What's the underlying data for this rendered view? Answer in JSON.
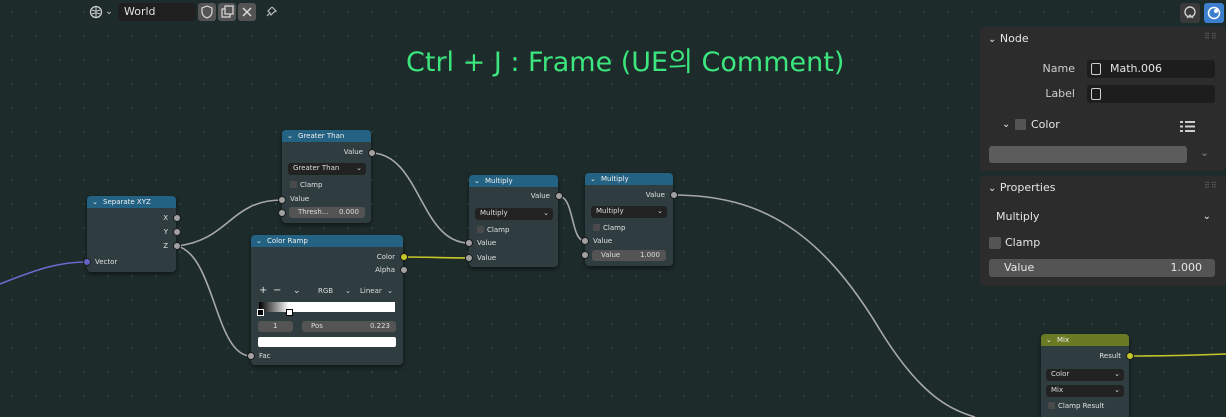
{
  "header": {
    "world_name": "World",
    "icons": [
      "world-icon",
      "chevron-down-icon",
      "shield-icon",
      "duplicate-icon",
      "close-icon",
      "pin-icon",
      "overlay-icon",
      "snap-icon"
    ]
  },
  "hint": "Ctrl + J : Frame (UE의 Comment)",
  "nodes": {
    "separate": {
      "title": "Separate XYZ",
      "out_x": "X",
      "out_y": "Y",
      "out_z": "Z",
      "in_vector": "Vector"
    },
    "greater": {
      "title": "Greater Than",
      "out_value": "Value",
      "op": "Greater Than",
      "clamp": "Clamp",
      "in_value": "Value",
      "thresh_label": "Thresh...",
      "thresh_value": "0.000"
    },
    "ramp": {
      "title": "Color Ramp",
      "out_color": "Color",
      "out_alpha": "Alpha",
      "plus": "+",
      "minus": "−",
      "mode": "RGB",
      "interp": "Linear",
      "index": "1",
      "pos_label": "Pos",
      "pos_value": "0.223",
      "in_fac": "Fac"
    },
    "mult1": {
      "title": "Multiply",
      "out_value": "Value",
      "op": "Multiply",
      "clamp": "Clamp",
      "in_value1": "Value",
      "in_value2": "Value"
    },
    "mult2": {
      "title": "Multiply",
      "out_value": "Value",
      "op": "Multiply",
      "clamp": "Clamp",
      "in_value1": "Value",
      "value_label": "Value",
      "value_value": "1.000"
    },
    "mix": {
      "title": "Mix",
      "out_result": "Result",
      "type": "Color",
      "blend": "Mix",
      "clamp": "Clamp Result"
    }
  },
  "panel": {
    "node_section": "Node",
    "name_label": "Name",
    "name_value": "Math.006",
    "label_label": "Label",
    "label_value": "",
    "color_section": "Color",
    "properties_section": "Properties",
    "operation": "Multiply",
    "clamp": "Clamp",
    "value_label": "Value",
    "value_value": "1.000"
  }
}
